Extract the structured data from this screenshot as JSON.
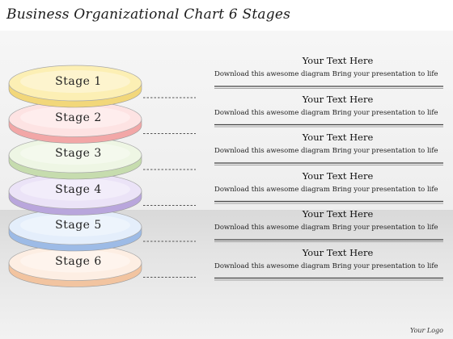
{
  "title": "Business Organizational Chart 6 Stages",
  "stages": [
    {
      "label": "Stage 1",
      "heading": "Your Text Here",
      "body": "Download this awesome diagram Bring your presentation to life",
      "fill": "#fcefb4",
      "edge": "#f2d77a"
    },
    {
      "label": "Stage 2",
      "heading": "Your Text Here",
      "body": "Download this awesome diagram Bring your presentation to life",
      "fill": "#fde3e3",
      "edge": "#f2a7a7"
    },
    {
      "label": "Stage 3",
      "heading": "Your Text Here",
      "body": "Download this awesome diagram Bring your presentation to life",
      "fill": "#eef6e4",
      "edge": "#c6dcae"
    },
    {
      "label": "Stage 4",
      "heading": "Your Text Here",
      "body": "Download this awesome diagram Bring your presentation to life",
      "fill": "#ebe3f7",
      "edge": "#b9a6dc"
    },
    {
      "label": "Stage 5",
      "heading": "Your Text Here",
      "body": "Download this awesome diagram Bring your presentation to life",
      "fill": "#e4eefb",
      "edge": "#9dbbe6"
    },
    {
      "label": "Stage 6",
      "heading": "Your Text Here",
      "body": "Download this awesome diagram Bring your presentation to life",
      "fill": "#fdeee3",
      "edge": "#f2c4a0"
    }
  ],
  "logo": "Your Logo"
}
